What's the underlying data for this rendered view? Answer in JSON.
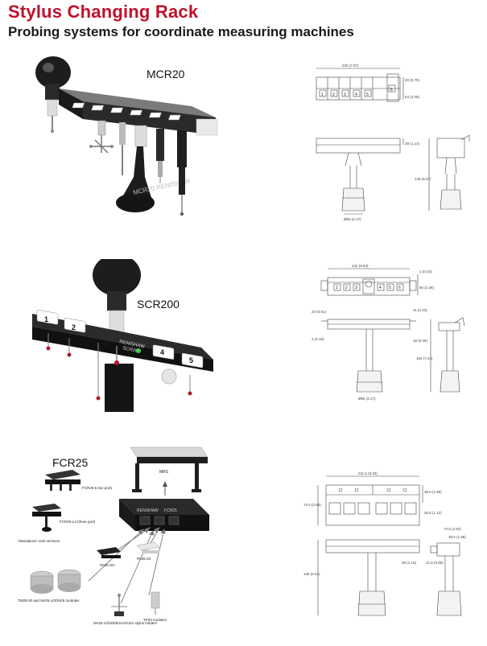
{
  "header": {
    "title": "Stylus Changing Rack",
    "subtitle": "Probing systems for coordinate measuring machines"
  },
  "mcr20": {
    "name": "MCR20",
    "product_text": "MCR20 RENISHAW",
    "slots": [
      "1",
      "2",
      "3",
      "4",
      "5",
      "6"
    ],
    "dims": {
      "width": "200 (7.87)",
      "d1": "20 (0.79)",
      "d2": "54 (2.08)",
      "h1": "29 (1.14)",
      "h2": "149 (5.87)",
      "dia": "Ø55 (2.17)"
    }
  },
  "scr200": {
    "name": "SCR200",
    "slots": [
      "1",
      "2",
      "3",
      "4",
      "5",
      "6"
    ],
    "photo_slots": [
      "1",
      "2",
      "4",
      "5"
    ],
    "brand": "RENISHAW",
    "model_text": "SCR200",
    "dims": {
      "width": "242 (9.53)",
      "d1": "1 (0.04)",
      "d2": "60 (2.36)",
      "l1": "23 (0.91)",
      "l2": "4 (0.16)",
      "r1": "11 (0.43)",
      "r2": "10 (0.39)",
      "h": "184 (7.24)",
      "dia": "Ø55 (2.17)"
    }
  },
  "fcr25": {
    "name": "FCR25",
    "labels": {
      "mrs": "MRS",
      "six_port": "FCR25-6 (six port)",
      "three_port": "FCR25-L3 (three port)",
      "standalone": "'Standalone' rack versions",
      "pa25_sh": "PA25-SH",
      "pa25_20": "PA25-20",
      "tm25": "TM25-20 and SH25-1/2/3/4/5 modules",
      "sh25_holders": "SH25-1/2/3/4/5/2A/3A/4A stylus holders",
      "tp20": "TP20 modules"
    },
    "brand": "RENISHAW",
    "model_text": "FCR25",
    "dims": {
      "width": "211.5 (8.33)",
      "d1": "38.5 (1.96)",
      "d2": "28.5 (1.12)",
      "depth": "74.5 (2.93)",
      "side_w": "74.5 (2.93)",
      "side_d": "38.5 (1.96)",
      "h1": "28 (1.10)",
      "h2": "21.6 (0.85)",
      "h": "166 (6.54)"
    }
  }
}
